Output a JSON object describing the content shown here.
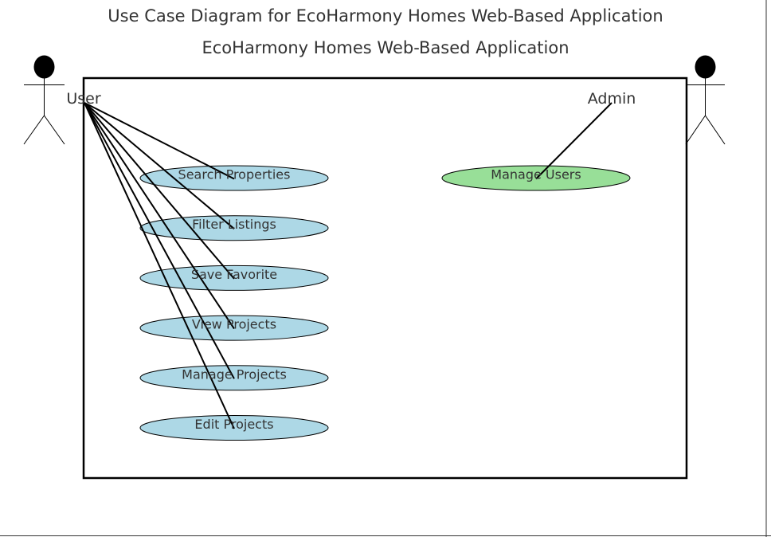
{
  "diagram": {
    "title": "Use Case Diagram for EcoHarmony Homes Web-Based Application",
    "system_name": "EcoHarmony Homes Web-Based Application",
    "colors": {
      "user_use_case_fill": "#add8e6",
      "admin_use_case_fill": "#98df98",
      "outline": "#000000",
      "text": "#333333"
    },
    "actors": {
      "user": {
        "label": "User"
      },
      "admin": {
        "label": "Admin"
      }
    },
    "user_use_cases": [
      {
        "label": "Search Properties"
      },
      {
        "label": "Filter Listings"
      },
      {
        "label": "Save Favorite"
      },
      {
        "label": "View Projects"
      },
      {
        "label": "Manage Projects"
      },
      {
        "label": "Edit Projects"
      }
    ],
    "admin_use_cases": [
      {
        "label": "Manage Users"
      }
    ]
  }
}
